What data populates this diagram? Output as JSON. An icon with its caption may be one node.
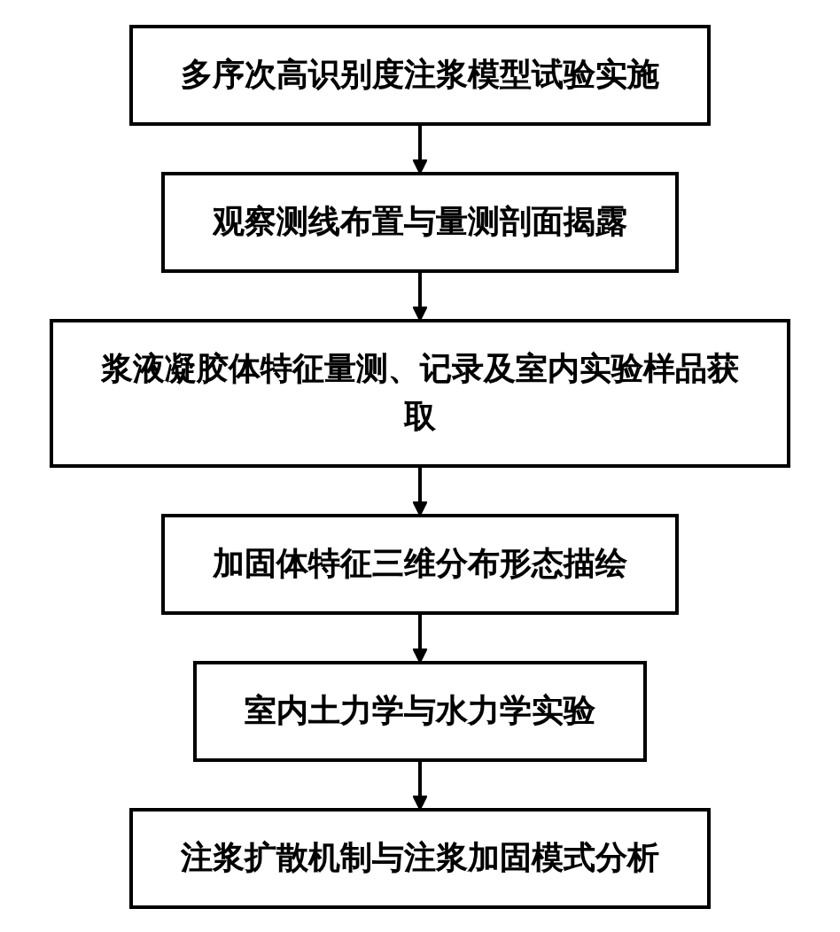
{
  "diagram": {
    "nodes": [
      {
        "text": [
          "多序次高识别度注浆模型试验实施"
        ]
      },
      {
        "text": [
          "观察测线布置与量测剖面揭露"
        ]
      },
      {
        "text": [
          "浆液凝胶体特征量测、记录及室内实验样品获取"
        ]
      },
      {
        "text": [
          "加固体特征三维分布形态描绘"
        ]
      },
      {
        "text": [
          "室内土力学与水力学实验"
        ]
      },
      {
        "text": [
          "注浆扩散机制与注浆加固模式分析"
        ]
      }
    ],
    "edges": [
      {
        "from": 0,
        "to": 1,
        "arrow": "to"
      },
      {
        "from": 1,
        "to": 2,
        "arrow": "to"
      },
      {
        "from": 2,
        "to": 3,
        "arrow": "to"
      },
      {
        "from": 3,
        "to": 4,
        "arrow": "to"
      },
      {
        "from": 4,
        "to": 5,
        "arrow": "to"
      }
    ]
  }
}
